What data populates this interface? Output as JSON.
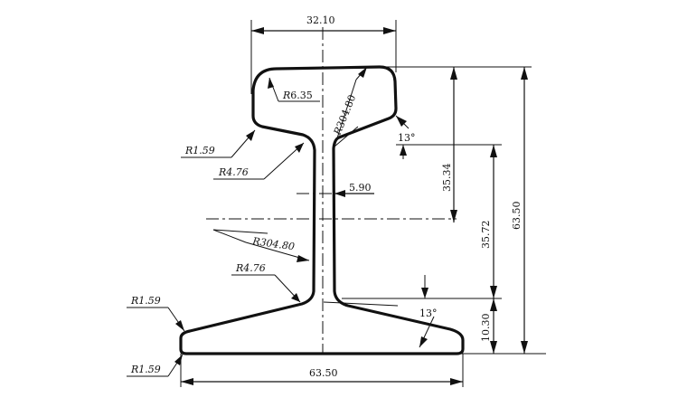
{
  "dimensions": {
    "head_width": "32.10",
    "web_thickness": "5.90",
    "base_width": "63.50",
    "height_total": "63.50",
    "head_to_web_center": "35.34",
    "web_center_to_base": "35.72",
    "base_thickness": "10.30",
    "head_angle": "13°",
    "base_angle": "13°"
  },
  "radii": {
    "head_corner_prefix": "R",
    "head_corner_value": "6.35",
    "head_top_prefix": "R",
    "head_top_value": "304.80",
    "web_side": "R304.80",
    "head_underside": "R1.59",
    "head_fillet": "R4.76",
    "base_fillet": "R4.76",
    "base_top_edge": "R1.59",
    "base_bottom_edge": "R1.59"
  }
}
